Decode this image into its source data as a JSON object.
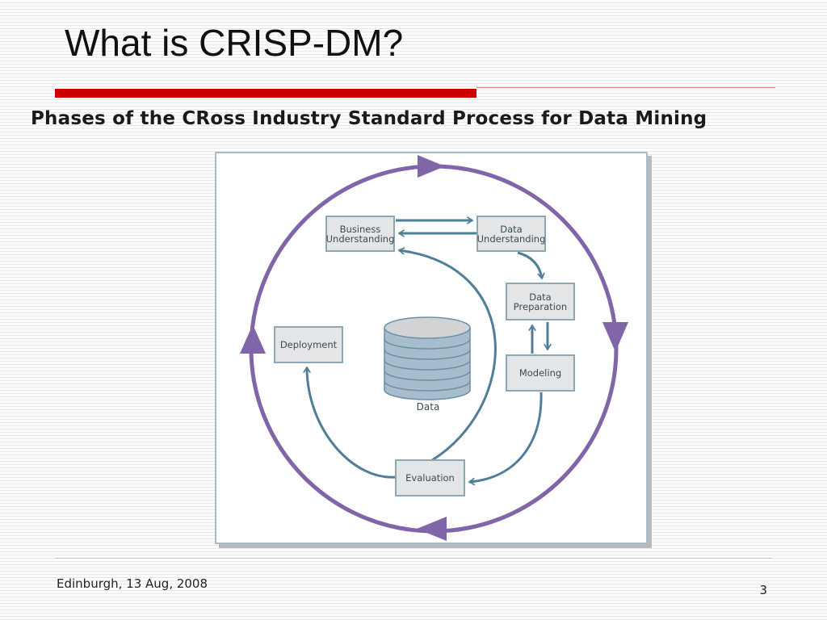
{
  "slide": {
    "title": "What is CRISP-DM?",
    "subtitle": "Phases of the CRoss Industry Standard Process for Data Mining"
  },
  "diagram": {
    "phases": {
      "business_understanding": [
        "Business",
        "Understanding"
      ],
      "data_understanding": [
        "Data",
        "Understanding"
      ],
      "data_preparation": [
        "Data",
        "Preparation"
      ],
      "modeling": [
        "Modeling"
      ],
      "evaluation": [
        "Evaluation"
      ],
      "deployment": [
        "Deployment"
      ]
    },
    "data_label": "Data"
  },
  "footer": {
    "location_date": "Edinburgh, 13 Aug, 2008",
    "page_number": "3"
  },
  "colors": {
    "title_accent": "#cc0000",
    "outer_cycle": "#8066a8",
    "inner_arrows": "#4f7f96",
    "box_border": "#8ea7b7",
    "box_fill": "#e4e5e6"
  }
}
